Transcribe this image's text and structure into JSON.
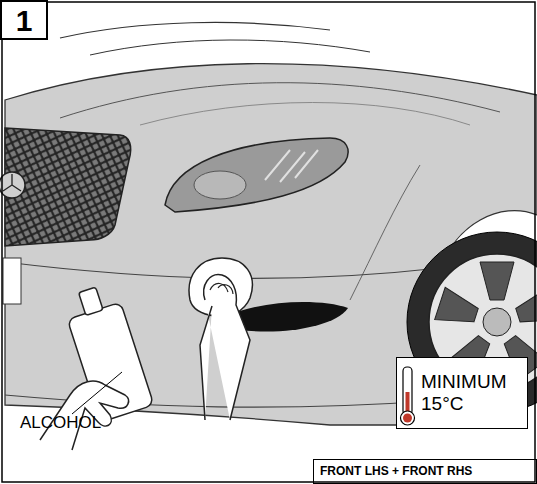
{
  "diagram": {
    "nodes": [
      {
        "text": [
          "1"
        ]
      },
      {
        "text": [
          "MINIMUM 15°C"
        ]
      },
      {
        "text": [
          "FRONT LHS + FRONT RHS"
        ]
      }
    ],
    "labels": [
      "ALCOHOL"
    ]
  }
}
